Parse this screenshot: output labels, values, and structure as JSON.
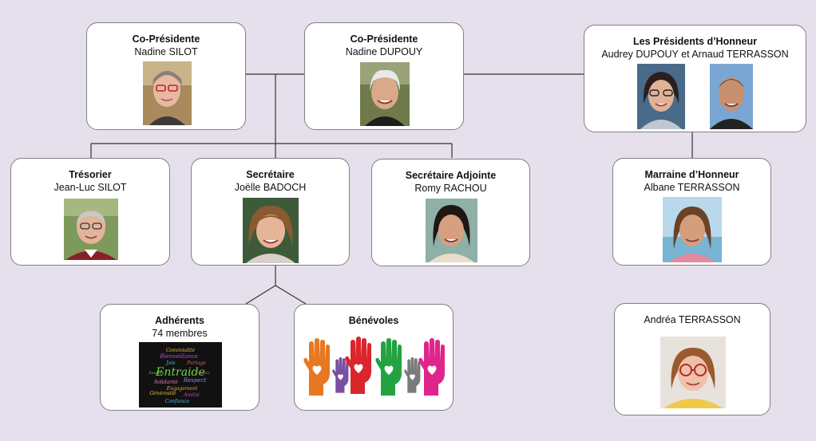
{
  "nodes": {
    "copres1": {
      "role": "Co-Présidente",
      "name": "Nadine SILOT"
    },
    "copres2": {
      "role": "Co-Présidente",
      "name": "Nadine DUPOUY"
    },
    "honneur": {
      "role": "Les Présidents d’Honneur",
      "name": "Audrey DUPOUY et Arnaud TERRASSON"
    },
    "tresorier": {
      "role": "Trésorier",
      "name": "Jean-Luc  SILOT"
    },
    "secretaire": {
      "role": "Secrétaire",
      "name": "Joëlle BADOCH"
    },
    "secadj": {
      "role": "Secrétaire Adjointe",
      "name": "Romy RACHOU"
    },
    "marraine": {
      "role": "Marraine d’Honneur",
      "name": "Albane TERRASSON"
    },
    "adherents": {
      "role": "Adhérents",
      "name": "74 membres"
    },
    "benevoles": {
      "role": "Bénévoles"
    },
    "andrea": {
      "name": "Andréa TERRASSON"
    }
  },
  "word_cloud": {
    "words": [
      "Convivialité",
      "Bienveillance",
      "Joie",
      "Partage",
      "Entraide",
      "Solidarité",
      "Respect",
      "Engagement",
      "Générosité",
      "Amitié",
      "Confiance",
      "Écoute",
      "Soutien"
    ]
  },
  "colors": {
    "background": "#e6dfec",
    "card_border": "#7f7f86",
    "hands": [
      "#e87722",
      "#7b4fa0",
      "#d9262c",
      "#23a340",
      "#7a7a7a",
      "#e0258a"
    ]
  }
}
